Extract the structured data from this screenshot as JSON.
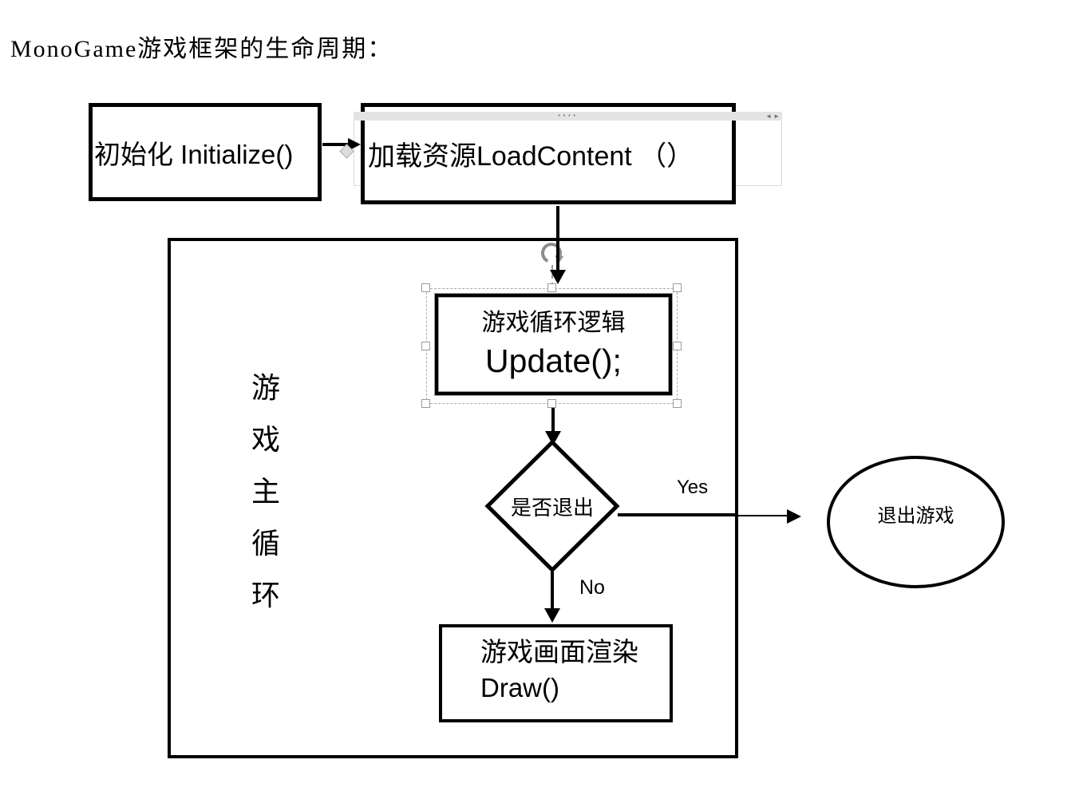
{
  "page": {
    "title": "MonoGame游戏框架的生命周期：",
    "background": "#ffffff"
  },
  "flowchart": {
    "nodes": {
      "initialize": {
        "label": "初始化 Initialize()"
      },
      "load_content": {
        "label": "加载资源LoadContent （）"
      },
      "update": {
        "line1": "游戏循环逻辑",
        "line2": "Update();"
      },
      "decision": {
        "label": "是否退出"
      },
      "draw": {
        "line1": "游戏画面渲染",
        "line2": "Draw()"
      },
      "exit": {
        "label": "退出游戏"
      },
      "main_loop_vertical": {
        "chars": [
          "游",
          "戏",
          "主",
          "循",
          "环"
        ]
      }
    },
    "edge_labels": {
      "yes": "Yes",
      "no": "No"
    }
  },
  "selection_ui": {
    "drag_dots": "····",
    "nav_left": "◄",
    "nav_right": "►"
  },
  "colors": {
    "stroke": "#000000",
    "bar_bg": "#e4e4e4",
    "panel_border": "#d9d9d9",
    "selection_dash": "#ababab",
    "handle_border": "#9c9c9c",
    "rotate_icon": "#8c8c8c"
  }
}
